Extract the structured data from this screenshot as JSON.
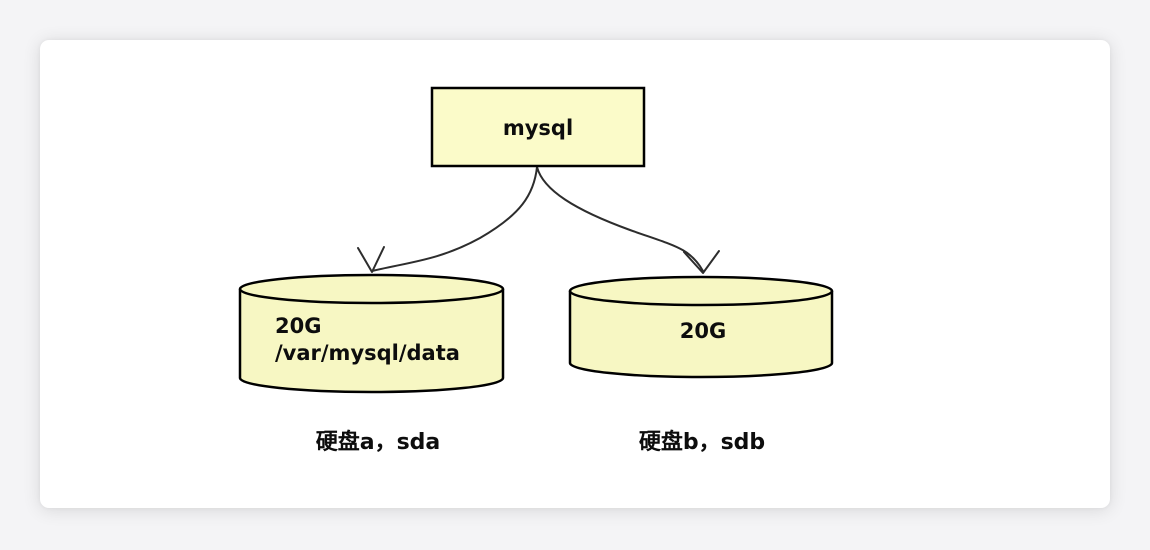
{
  "colors": {
    "page_bg": "#f4f4f6",
    "card_bg": "#ffffff",
    "node_fill": "#fbfbc9",
    "cylinder_fill": "#f7f7c3",
    "node_stroke": "#000000",
    "connector": "#2d2d2d",
    "text": "#0d0d0d"
  },
  "diagram": {
    "mysql_node": {
      "label": "mysql"
    },
    "disk_a": {
      "size": "20G",
      "path": "/var/mysql/data",
      "caption": "硬盘a，sda"
    },
    "disk_b": {
      "size": "20G",
      "caption": "硬盘b，sdb"
    }
  }
}
